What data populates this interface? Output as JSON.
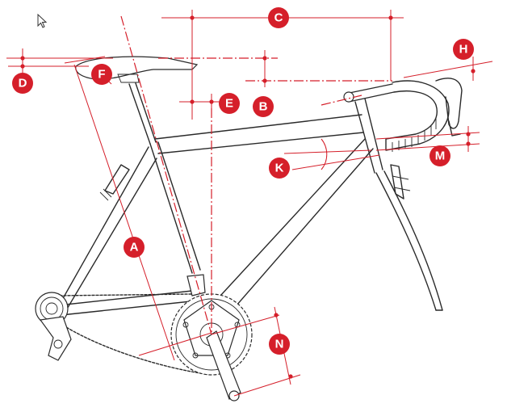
{
  "colors": {
    "accent": "#d51f2a",
    "line": "#2a2a2a"
  },
  "cursor": "mouse-pointer-icon",
  "markers": {
    "A": "A",
    "B": "B",
    "C": "C",
    "D": "D",
    "E": "E",
    "F": "F",
    "H": "H",
    "K": "K",
    "M": "M",
    "N": "N"
  }
}
